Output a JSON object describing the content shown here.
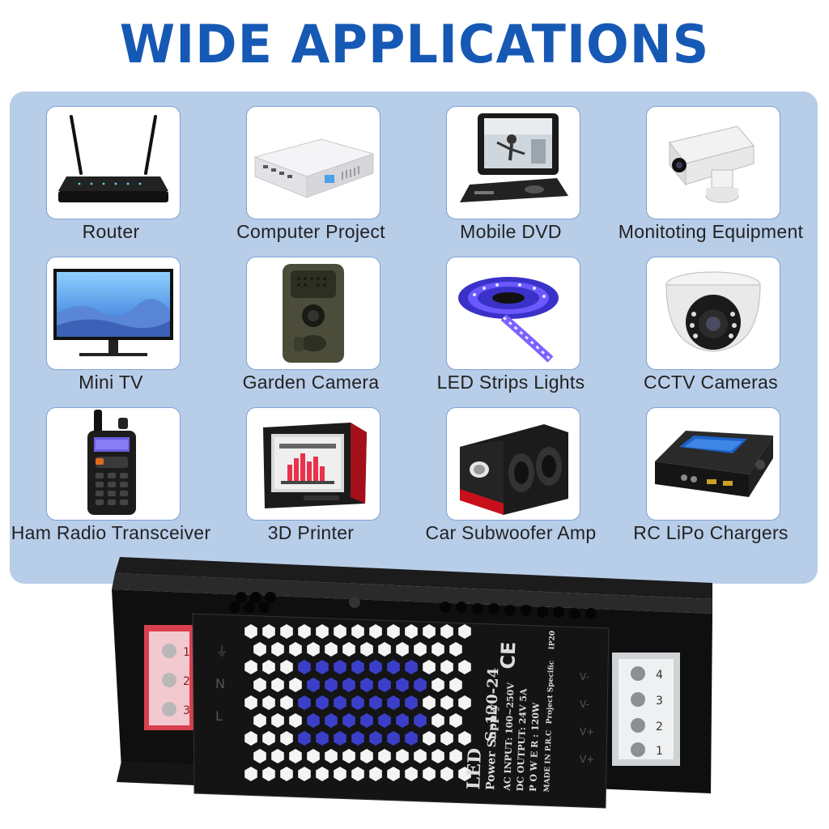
{
  "title": "WIDE APPLICATIONS",
  "applications": [
    {
      "label": "Router",
      "icon": "router-icon"
    },
    {
      "label": "Computer Project",
      "icon": "mini-pc-icon"
    },
    {
      "label": "Mobile DVD",
      "icon": "portable-dvd-icon"
    },
    {
      "label": "Monitoting Equipment",
      "icon": "security-camera-icon"
    },
    {
      "label": "Mini TV",
      "icon": "monitor-icon"
    },
    {
      "label": "Garden Camera",
      "icon": "trail-camera-icon"
    },
    {
      "label": "LED Strips Lights",
      "icon": "led-strip-icon"
    },
    {
      "label": "CCTV Cameras",
      "icon": "dome-camera-icon"
    },
    {
      "label": "Ham Radio Transceiver",
      "icon": "walkie-talkie-icon"
    },
    {
      "label": "3D Printer",
      "icon": "3d-printer-icon"
    },
    {
      "label": "Car Subwoofer Amp",
      "icon": "subwoofer-icon"
    },
    {
      "label": "RC LiPo Chargers",
      "icon": "lipo-charger-icon"
    }
  ],
  "product": {
    "led": "LED",
    "power_supply": "Power Supply",
    "model": "S-120-24",
    "ac_input": "AC INPUT: 100~250V",
    "dc_output": "DC OUTPUT: 24V 5A",
    "power": "P O W E R : 120W",
    "made_in": "MADE IN P.R.C",
    "project_specific": "Project Specific",
    "ip_rating": "IP20",
    "ce_mark": "CE",
    "terminal_numbers_left": [
      "1",
      "2",
      "3"
    ],
    "terminal_numbers_right": [
      "1",
      "2",
      "3",
      "4"
    ],
    "terminal_symbols_left": [
      "L",
      "N",
      "⏚"
    ],
    "terminal_symbols_right": [
      "V+",
      "V+",
      "V-",
      "V-"
    ]
  },
  "colors": {
    "title": "#1659b5",
    "panel": "#b8cde8",
    "card_border": "#7fa3d6"
  }
}
